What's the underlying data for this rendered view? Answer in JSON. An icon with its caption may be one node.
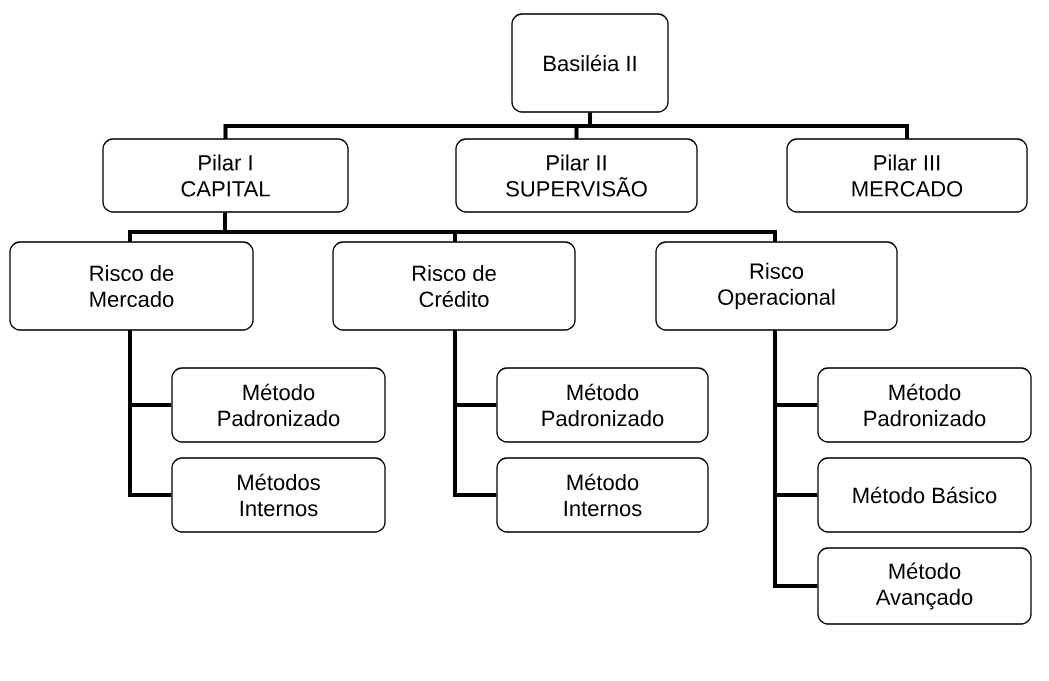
{
  "diagram": {
    "nodes": [
      {
        "text": [
          "Basiléia II"
        ]
      },
      {
        "text": [
          "Pilar I CAPITAL"
        ]
      },
      {
        "text": [
          "Pilar II SUPERVISÃO"
        ]
      },
      {
        "text": [
          "Pilar III MERCADO"
        ]
      },
      {
        "text": [
          "Risco de Mercado"
        ]
      },
      {
        "text": [
          "Risco de Crédito"
        ]
      },
      {
        "text": [
          "Risco Operacional"
        ]
      },
      {
        "text": [
          "Método Padronizado"
        ]
      },
      {
        "text": [
          "Métodos Internos"
        ]
      },
      {
        "text": [
          "Método Padronizado"
        ]
      },
      {
        "text": [
          "Método Internos"
        ]
      },
      {
        "text": [
          "Método Padronizado"
        ]
      },
      {
        "text": [
          "Método Básico"
        ]
      },
      {
        "text": [
          "Método Avançado"
        ]
      }
    ],
    "edges": [
      {
        "from": 0,
        "to": 1,
        "arrow": "none"
      },
      {
        "from": 0,
        "to": 2,
        "arrow": "none"
      },
      {
        "from": 0,
        "to": 3,
        "arrow": "none"
      },
      {
        "from": 1,
        "to": 4,
        "arrow": "none"
      },
      {
        "from": 1,
        "to": 5,
        "arrow": "none"
      },
      {
        "from": 1,
        "to": 6,
        "arrow": "none"
      },
      {
        "from": 4,
        "to": 7,
        "arrow": "none"
      },
      {
        "from": 4,
        "to": 8,
        "arrow": "none"
      },
      {
        "from": 5,
        "to": 9,
        "arrow": "none"
      },
      {
        "from": 5,
        "to": 10,
        "arrow": "none"
      },
      {
        "from": 6,
        "to": 11,
        "arrow": "none"
      },
      {
        "from": 6,
        "to": 12,
        "arrow": "none"
      },
      {
        "from": 6,
        "to": 13,
        "arrow": "none"
      }
    ]
  }
}
